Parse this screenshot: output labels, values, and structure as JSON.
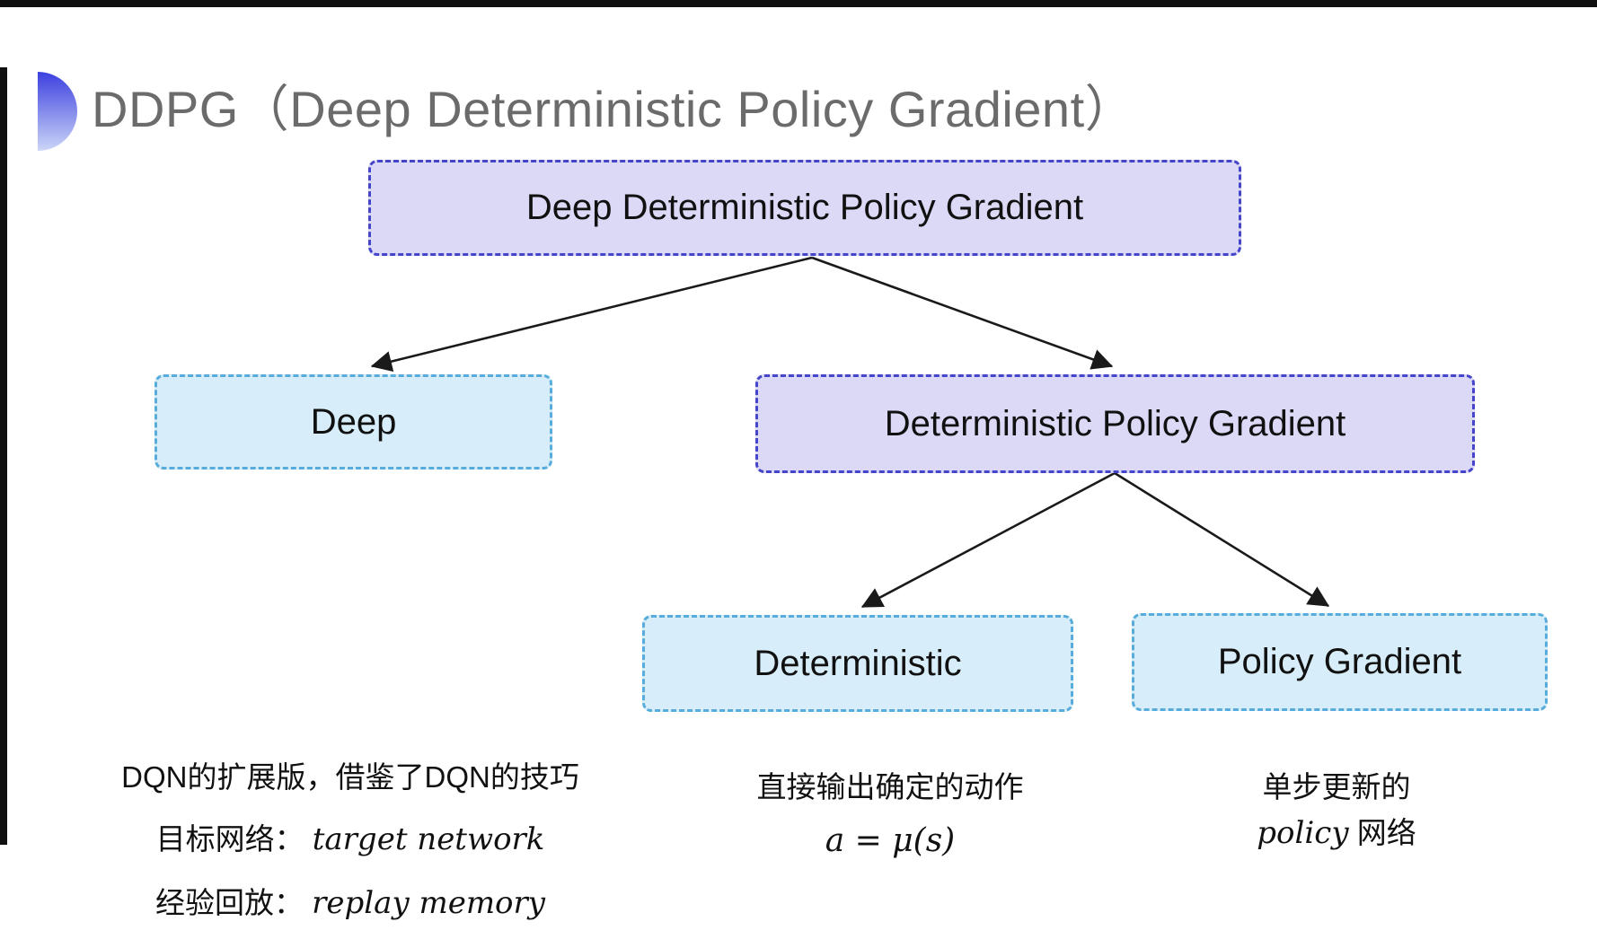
{
  "title": {
    "text": "DDPG（Deep Deterministic Policy Gradient）",
    "color": "#6b6b6b"
  },
  "bullet_icon": {
    "name": "half-disc-bullet",
    "gradient_top": "#3c40df",
    "gradient_bottom": "#ccd6f7"
  },
  "styles": {
    "purple_fill": "#dcd9f7",
    "purple_border": "#4545c9",
    "cyan_fill": "#d7edf9",
    "cyan_border": "#58acdc",
    "arrow_color": "#1a1a1a",
    "text_color": "#111111",
    "title_color": "#6b6b6b"
  },
  "tree": {
    "root": {
      "label": "Deep Deterministic Policy Gradient",
      "variant": "purple"
    },
    "level2": [
      {
        "label": "Deep",
        "variant": "cyan"
      },
      {
        "label": "Deterministic Policy Gradient",
        "variant": "purple"
      }
    ],
    "level3": [
      {
        "label": "Deterministic",
        "variant": "cyan"
      },
      {
        "label": "Policy Gradient",
        "variant": "cyan"
      }
    ]
  },
  "annotations": {
    "deep_note": {
      "line1": "DQN的扩展版，借鉴了DQN的技巧",
      "line2_label": "目标网络：",
      "line2_term": "target network",
      "line3_label": "经验回放：",
      "line3_term": "replay memory"
    },
    "deterministic_note": {
      "line1": "直接输出确定的动作",
      "formula": "a = μ(s)"
    },
    "policy_gradient_note": {
      "line1": "单步更新的",
      "term": "policy",
      "rest": " 网络"
    }
  }
}
